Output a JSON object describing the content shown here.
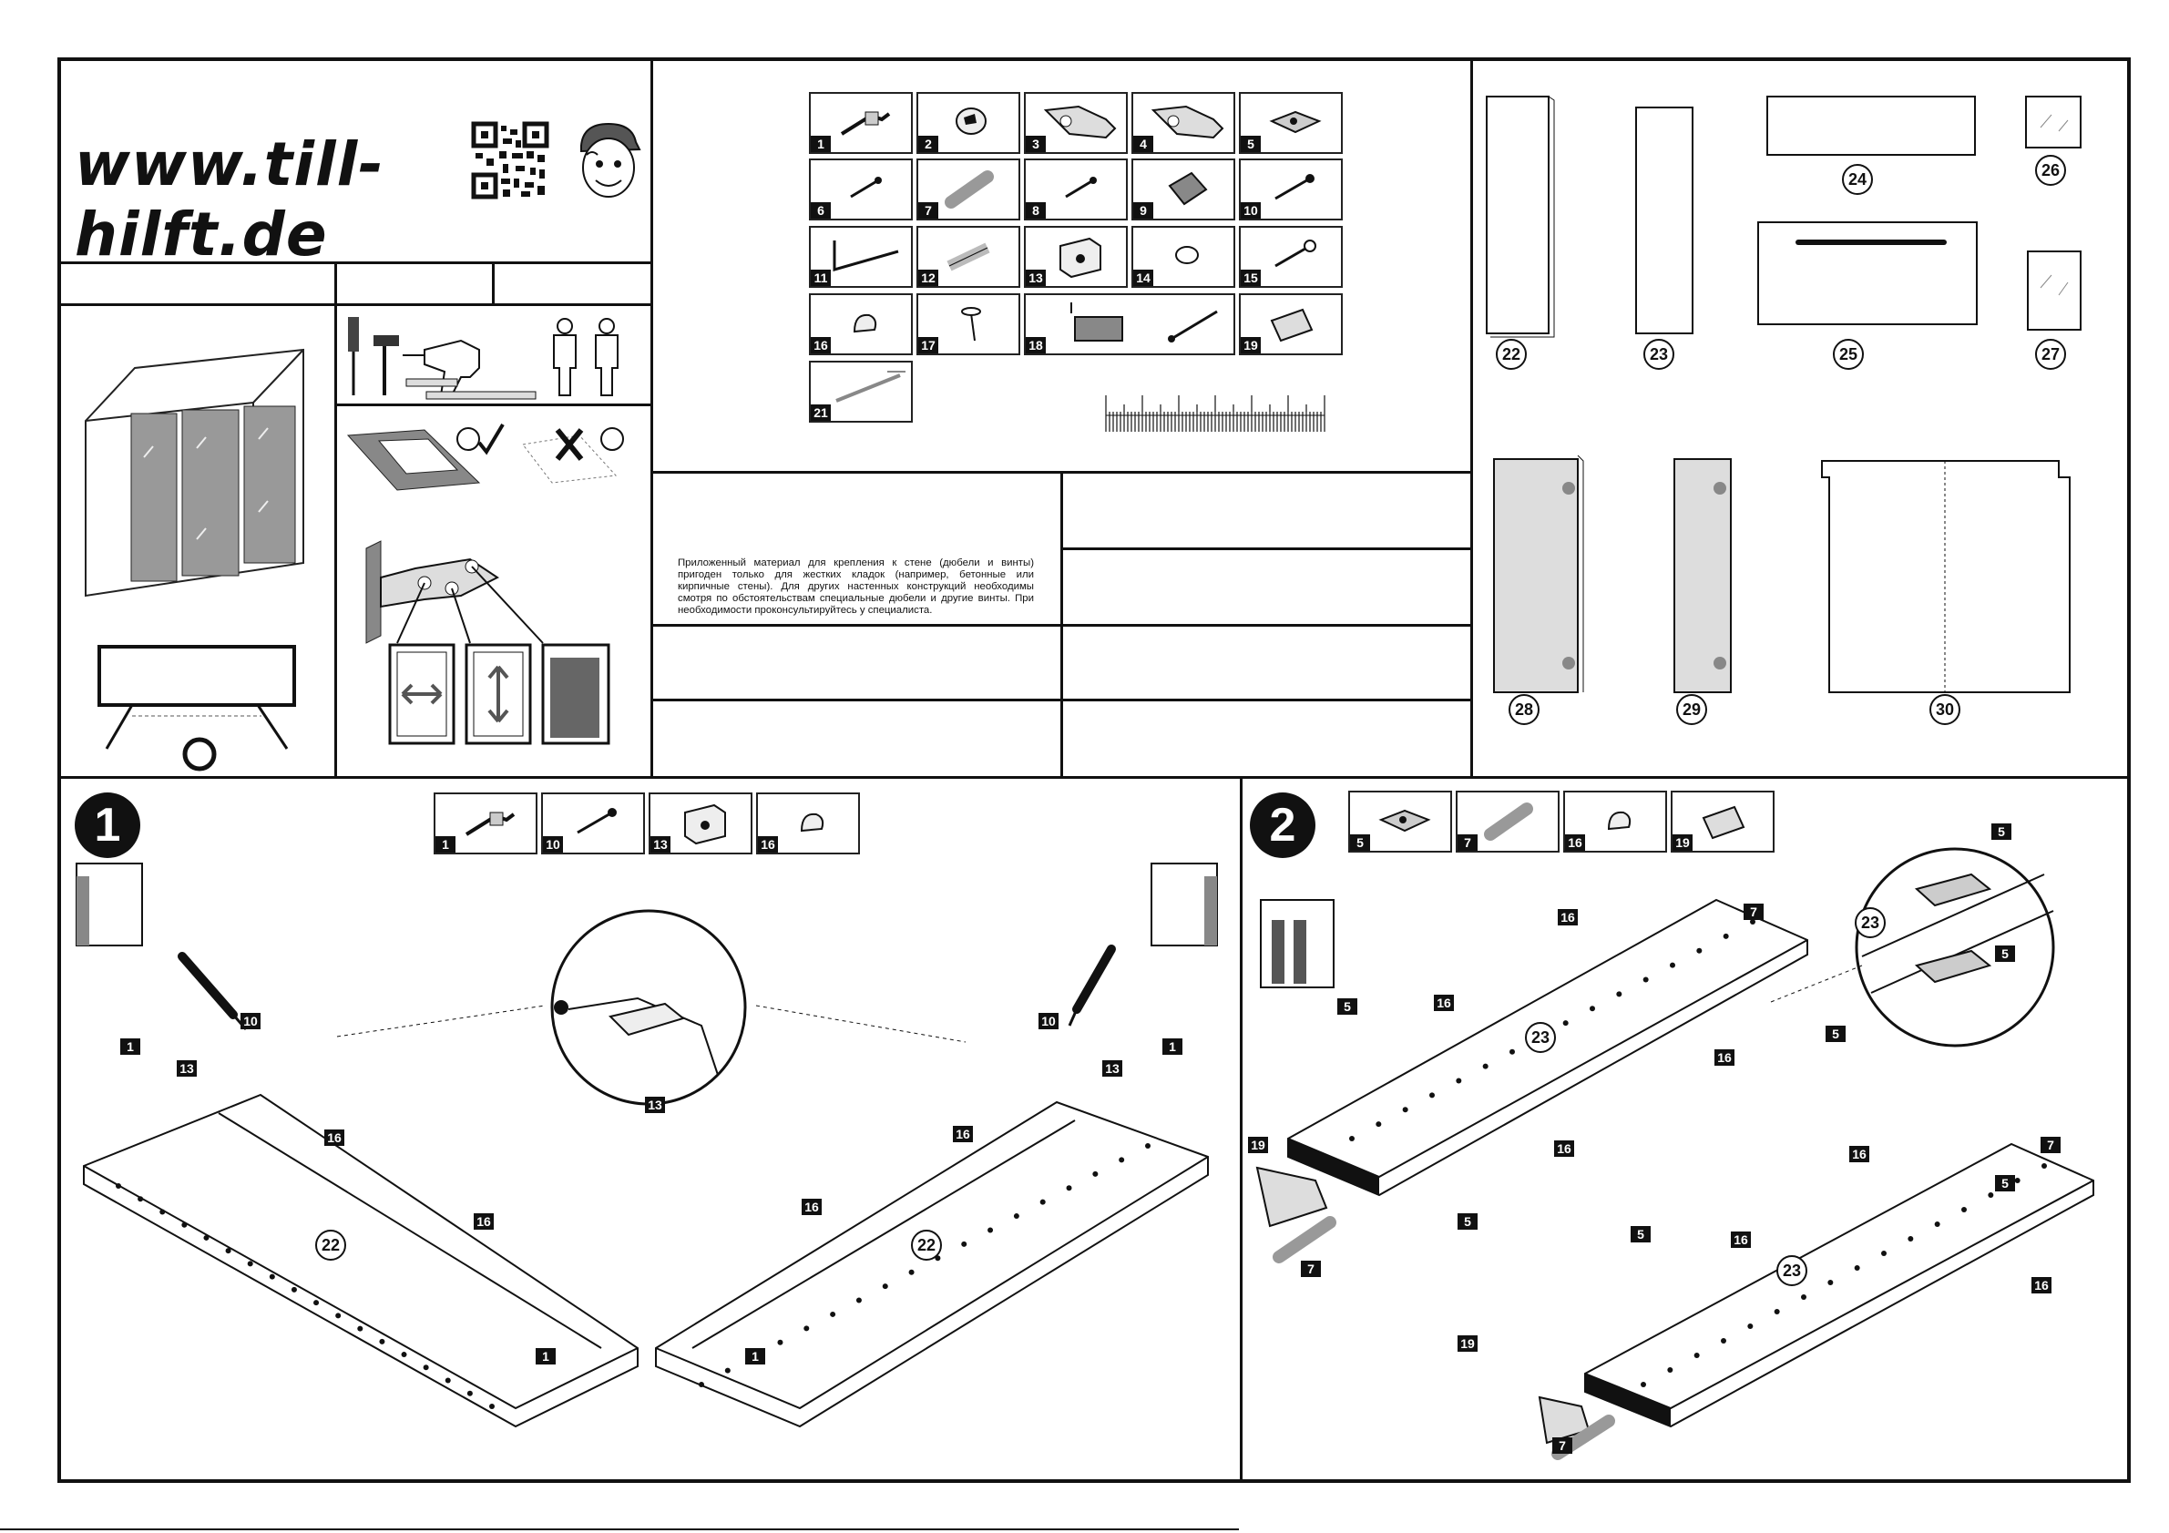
{
  "header": {
    "logo_text": "www.till-hilft.de"
  },
  "qr": {
    "icon": "qr-code-icon"
  },
  "mascot": {
    "icon": "mascot-face-icon"
  },
  "parts": [
    {
      "no": "1",
      "icon": "dowel-screw-icon"
    },
    {
      "no": "2",
      "icon": "cam-lock-icon"
    },
    {
      "no": "3",
      "icon": "hinge-icon"
    },
    {
      "no": "4",
      "icon": "hinge-icon"
    },
    {
      "no": "5",
      "icon": "mounting-plate-icon"
    },
    {
      "no": "6",
      "icon": "screw-icon"
    },
    {
      "no": "7",
      "icon": "wood-dowel-icon"
    },
    {
      "no": "8",
      "icon": "screw-icon"
    },
    {
      "no": "9",
      "icon": "metal-plate-icon"
    },
    {
      "no": "10",
      "icon": "screw-icon"
    },
    {
      "no": "11",
      "icon": "hook-screw-icon"
    },
    {
      "no": "12",
      "icon": "wall-plug-icon"
    },
    {
      "no": "13",
      "icon": "bracket-icon"
    },
    {
      "no": "14",
      "icon": "cap-icon"
    },
    {
      "no": "15",
      "icon": "screw-icon"
    },
    {
      "no": "16",
      "icon": "shelf-support-icon"
    },
    {
      "no": "17",
      "icon": "nail-icon"
    },
    {
      "no": "18",
      "icon": "junction-box-icon"
    },
    {
      "no": "19",
      "icon": "glue-tube-icon"
    },
    {
      "no": "21",
      "icon": "cable-icon"
    }
  ],
  "panels": [
    {
      "no": "22"
    },
    {
      "no": "23"
    },
    {
      "no": "24"
    },
    {
      "no": "25"
    },
    {
      "no": "26"
    },
    {
      "no": "27"
    },
    {
      "no": "28"
    },
    {
      "no": "29"
    },
    {
      "no": "30"
    }
  ],
  "notice": {
    "text": "Приложенный материал для крепления к стене (дюбели и винты) пригоден только для жестких кладок (например, бетонные или кирпичные стены). Для других настенных конструкций необходимы смотря по обстоятельствам специальные дюбели и другие винты. При необходимости проконсультируйтесь у специалиста."
  },
  "step1": {
    "number": "1",
    "parts": [
      {
        "no": "1"
      },
      {
        "no": "10"
      },
      {
        "no": "13"
      },
      {
        "no": "16"
      }
    ],
    "labels": {
      "panel": "22",
      "dowel": "1",
      "screw": "10",
      "bracket": "13",
      "support": "16"
    }
  },
  "step2": {
    "number": "2",
    "parts": [
      {
        "no": "5"
      },
      {
        "no": "7"
      },
      {
        "no": "16"
      },
      {
        "no": "19"
      }
    ],
    "labels": {
      "panel": "23",
      "plate": "5",
      "dowel": "7",
      "support": "16",
      "glue": "19"
    }
  }
}
